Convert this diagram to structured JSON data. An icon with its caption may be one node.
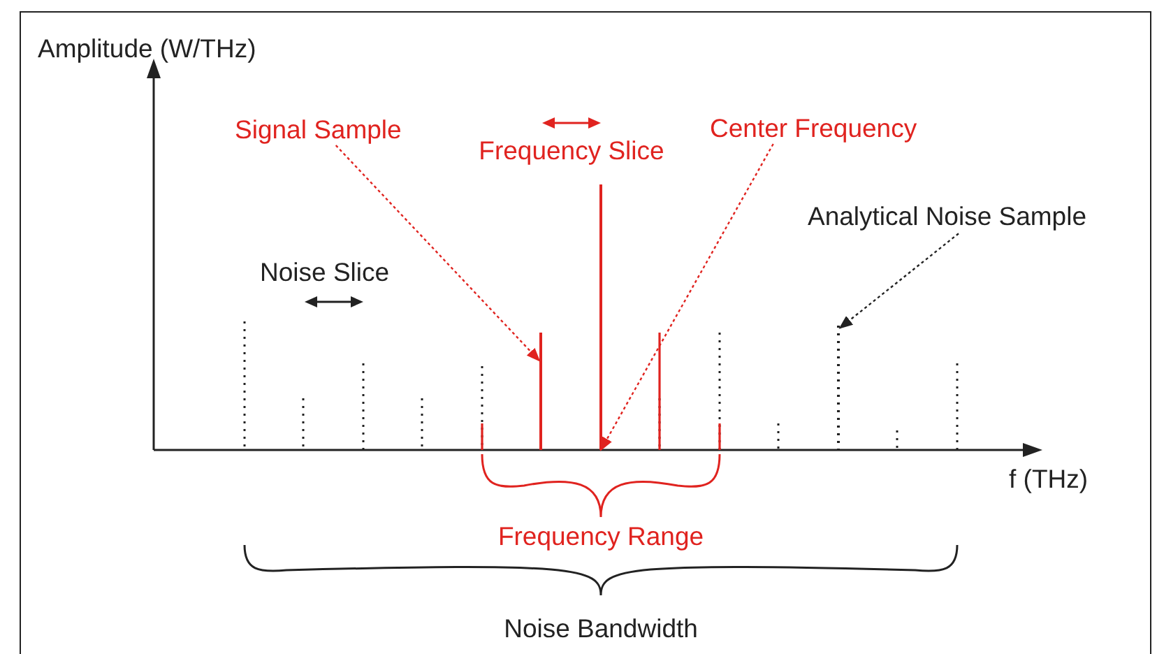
{
  "diagram": {
    "nodes": [
      {
        "text": [
          "Signal Sample"
        ]
      },
      {
        "text": [],
        "shape": "bar"
      },
      {
        "text": [
          "Center Frequency"
        ]
      },
      {
        "text": [],
        "shape": "bar"
      },
      {
        "text": [
          "Analytical Noise Sample"
        ]
      },
      {
        "text": [],
        "shape": "bar"
      }
    ],
    "edges": [
      {
        "from": 0,
        "to": 1,
        "arrow": "to",
        "style": "dashed",
        "color": "#e0231f"
      },
      {
        "from": 2,
        "to": 3,
        "arrow": "to",
        "style": "dashed",
        "color": "#e0231f"
      },
      {
        "from": 4,
        "to": 5,
        "arrow": "to",
        "style": "dashed",
        "color": "#222222"
      }
    ],
    "labels": [
      "Amplitude (W/THz)",
      "Frequency Slice",
      "Noise Slice",
      "f (THz)",
      "Frequency Range",
      "Noise Bandwidth"
    ]
  }
}
